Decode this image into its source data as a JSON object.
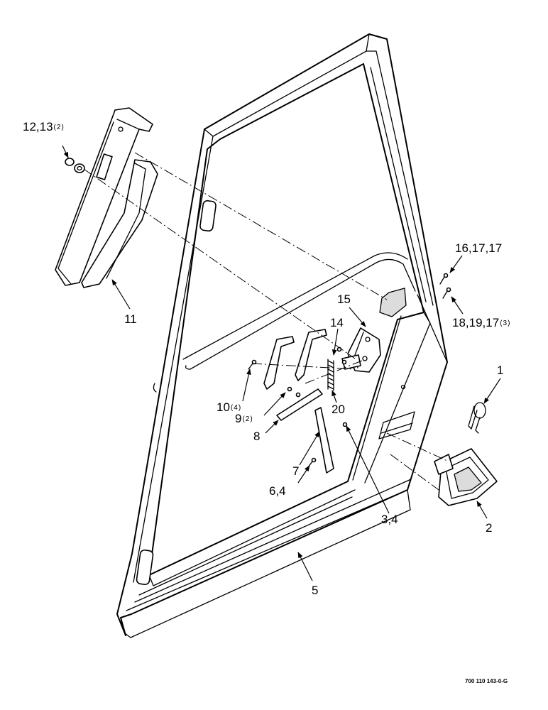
{
  "callouts": {
    "c1": "1",
    "c2": "2",
    "c3_4": "3,4",
    "c5": "5",
    "c6_4": "6,4",
    "c7": "7",
    "c8": "8",
    "c9_2": "9",
    "c9_2_qty": "(2)",
    "c10_4": "10",
    "c10_4_qty": "(4)",
    "c11": "11",
    "c12_13": "12,13",
    "c12_13_qty": "(2)",
    "c14": "14",
    "c15": "15",
    "c16_17_17": "16,17,17",
    "c18_19_17": "18,19,17",
    "c18_19_17_qty": "(3)",
    "c20": "20"
  },
  "reference_number": "700 110 143-0-G"
}
